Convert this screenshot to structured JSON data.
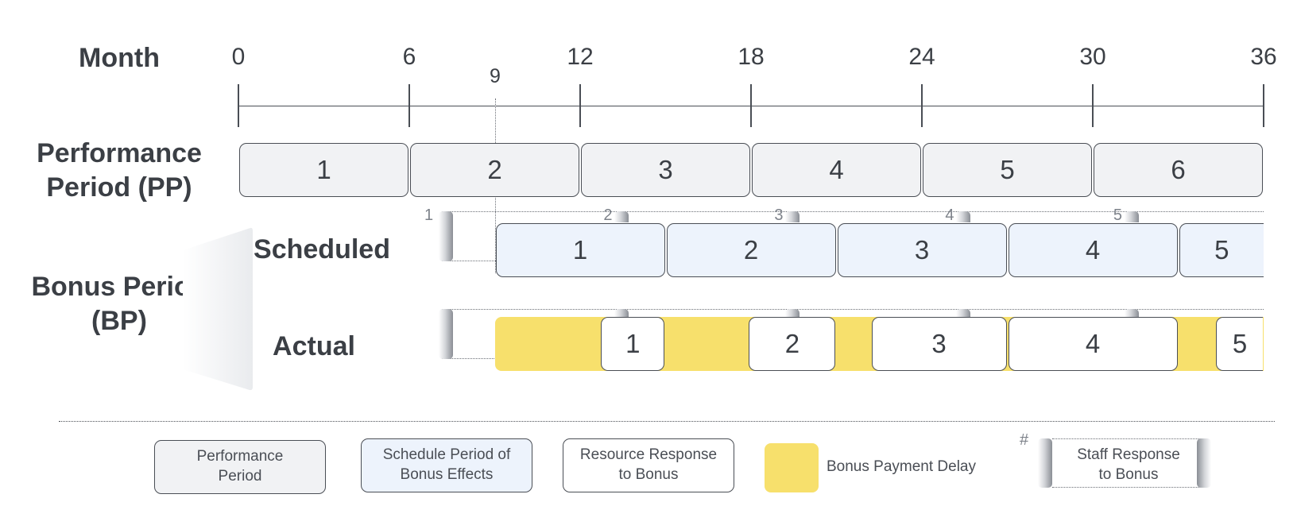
{
  "axis": {
    "label": "Month",
    "ticks": [
      "0",
      "6",
      "12",
      "18",
      "24",
      "30",
      "36"
    ],
    "marker": "9"
  },
  "rows": {
    "performance_period_label": "Performance\nPeriod (PP)",
    "bonus_period_label": "Bonus Period\n(BP)",
    "scheduled_label": "Scheduled",
    "actual_label": "Actual"
  },
  "performance_periods": [
    "1",
    "2",
    "3",
    "4",
    "5",
    "6"
  ],
  "scheduled_periods": [
    "1",
    "2",
    "3",
    "4",
    "5"
  ],
  "actual_periods": [
    "1",
    "2",
    "3",
    "4",
    "5"
  ],
  "staff_response_markers": [
    "1",
    "2",
    "3",
    "4",
    "5"
  ],
  "legend": {
    "performance_period": "Performance\nPeriod",
    "schedule_period": "Schedule Period of\nBonus Effects",
    "resource_response": "Resource Response\nto Bonus",
    "bonus_payment_delay": "Bonus Payment Delay",
    "staff_response_symbol": "#",
    "staff_response": "Staff Response\nto Bonus"
  },
  "colors": {
    "performance_fill": "#f1f2f4",
    "scheduled_fill": "#edf3fc",
    "delay_fill": "#f7e06c",
    "outline": "#4a4e55"
  }
}
